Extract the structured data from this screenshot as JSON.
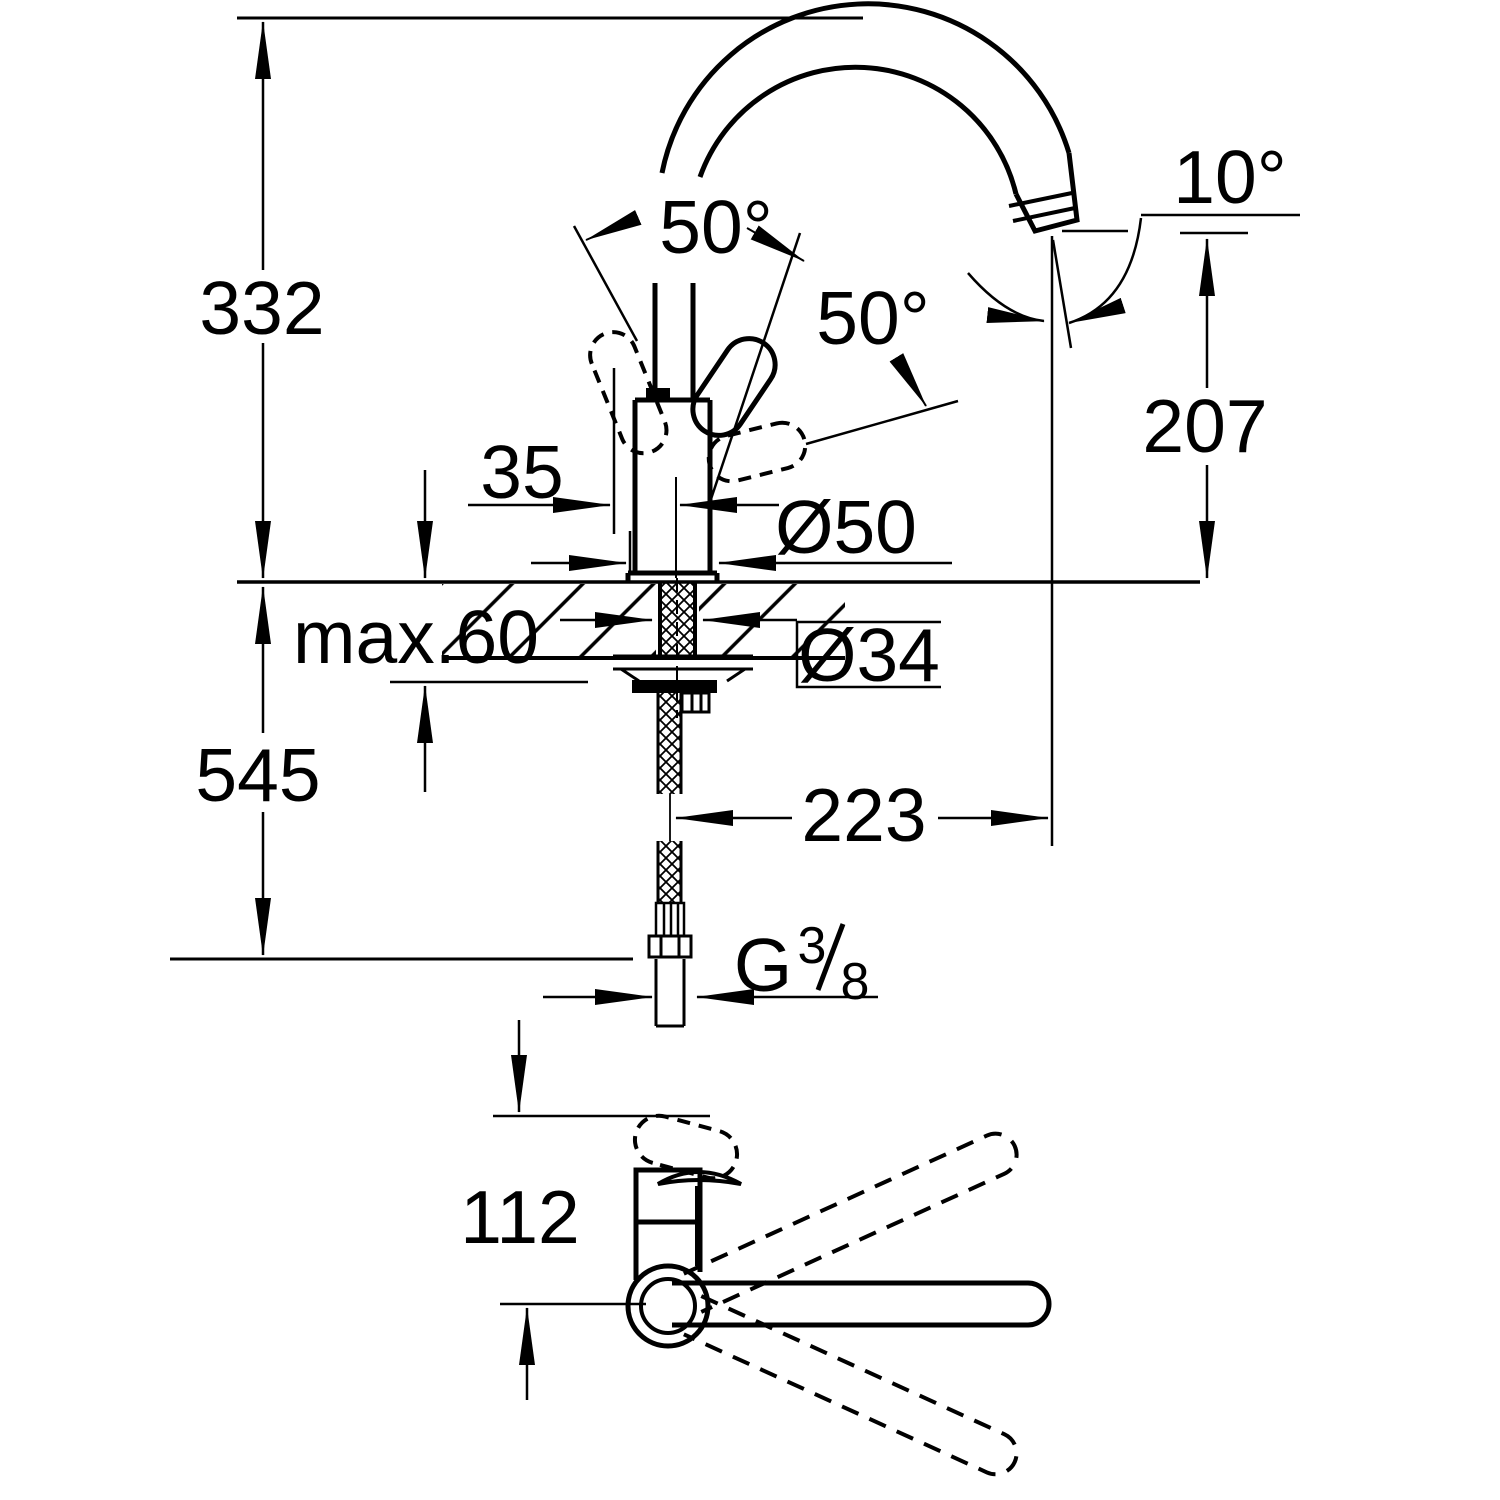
{
  "drawing": {
    "background_color": "#ffffff",
    "line_color": "#000000",
    "labels": {
      "spout_top_height": "332",
      "total_height_below_deck": "545",
      "handle_angle_left": "50°",
      "handle_angle_right": "50°",
      "outlet_angle": "10°",
      "outlet_height": "207",
      "center_to_front": "35",
      "base_diameter": "Ø50",
      "max_deck_thickness": "max.60",
      "hole_diameter": "Ø34",
      "spout_reach": "223",
      "thread_letter": "G",
      "thread_numerator": "3",
      "thread_denominator": "8",
      "top_view_offset": "112"
    }
  }
}
